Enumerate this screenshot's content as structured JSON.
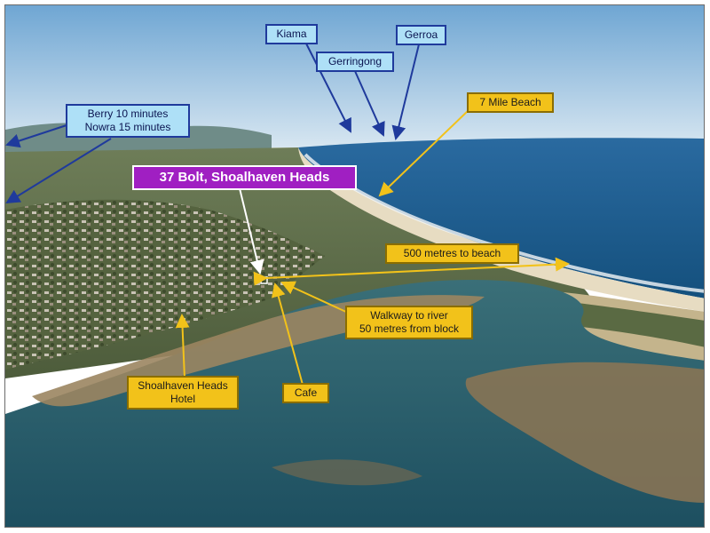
{
  "labels": {
    "kiama": "Kiama",
    "gerroa": "Gerroa",
    "gerringong": "Gerringong",
    "seven_mile_beach": "7 Mile Beach",
    "berry_line1": "Berry 10 minutes",
    "berry_line2": "Nowra 15 minutes",
    "property": "37 Bolt, Shoalhaven Heads",
    "beach_distance": "500 metres to beach",
    "walkway_line1": "Walkway to river",
    "walkway_line2": "50 metres from block",
    "hotel_line1": "Shoalhaven Heads",
    "hotel_line2": "Hotel",
    "cafe": "Cafe"
  },
  "colors": {
    "blue_label_fill": "#aee0f7",
    "blue_label_border": "#1f3a9c",
    "gold_label_fill": "#f2c21a",
    "property_label_fill": "#a01fc2",
    "ocean": "#1f5c93",
    "river_water": "#2d5f6c",
    "sandbank": "#9b8560",
    "sky": "#b9d6ea"
  }
}
